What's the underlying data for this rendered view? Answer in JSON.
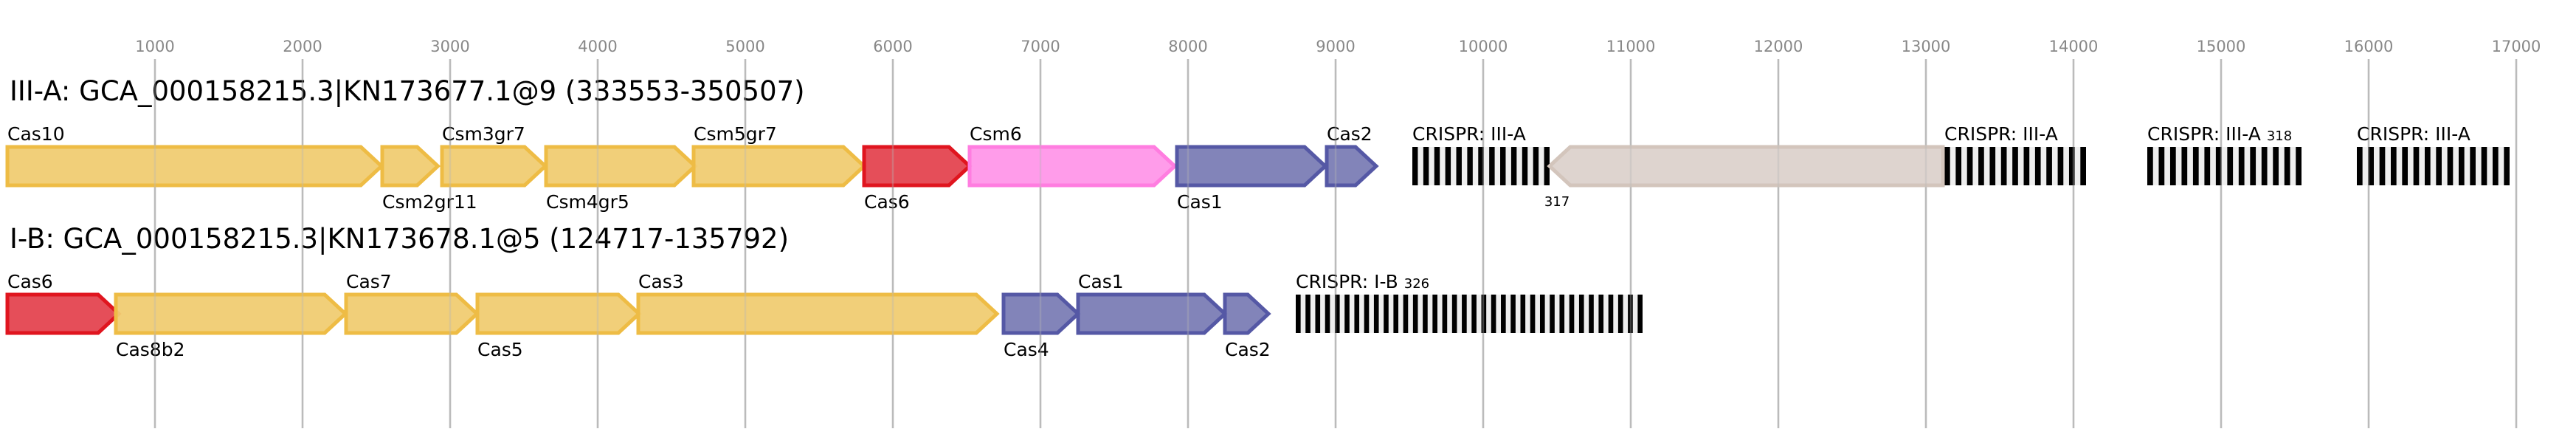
{
  "axis": {
    "unit": "bp",
    "range": [
      0,
      17400
    ],
    "ticks": [
      {
        "value": 1000,
        "label": "1000"
      },
      {
        "value": 2000,
        "label": "2000"
      },
      {
        "value": 3000,
        "label": "3000"
      },
      {
        "value": 4000,
        "label": "4000"
      },
      {
        "value": 5000,
        "label": "5000"
      },
      {
        "value": 6000,
        "label": "6000"
      },
      {
        "value": 7000,
        "label": "7000"
      },
      {
        "value": 8000,
        "label": "8000"
      },
      {
        "value": 9000,
        "label": "9000"
      },
      {
        "value": 10000,
        "label": "10000"
      },
      {
        "value": 11000,
        "label": "11000"
      },
      {
        "value": 12000,
        "label": "12000"
      },
      {
        "value": 13000,
        "label": "13000"
      },
      {
        "value": 14000,
        "label": "14000"
      },
      {
        "value": 15000,
        "label": "15000"
      },
      {
        "value": 16000,
        "label": "16000"
      },
      {
        "value": 17000,
        "label": "17000"
      }
    ]
  },
  "colors": {
    "yellow": {
      "fill": "#f0cc72",
      "stroke": "#eebc45"
    },
    "red": {
      "fill": "#e44450",
      "stroke": "#e0151f"
    },
    "pink": {
      "fill": "#ff97e9",
      "stroke": "#ff7de0"
    },
    "blue": {
      "fill": "#7b7db5",
      "stroke": "#5558a5"
    },
    "beige": {
      "fill": "#dcd2cc",
      "stroke": "#d3c5bc"
    },
    "repeat": "#000000",
    "spacer": "#eeeeee",
    "grid": "#bbbbbb",
    "tick_text": "#888888"
  },
  "tracks": [
    {
      "title": "III-A: GCA_000158215.3|KN173677.1@9 (333553-350507)",
      "genes": [
        {
          "name": "Cas10",
          "start": 0,
          "end": 2535,
          "strand": "+",
          "color": "yellow",
          "label_pos": "above"
        },
        {
          "name": "Csm2gr11",
          "start": 2540,
          "end": 2917,
          "strand": "+",
          "color": "yellow",
          "label_pos": "below"
        },
        {
          "name": "Csm3gr7",
          "start": 2945,
          "end": 3645,
          "strand": "+",
          "color": "yellow",
          "label_pos": "above"
        },
        {
          "name": "Csm4gr5",
          "start": 3650,
          "end": 4660,
          "strand": "+",
          "color": "yellow",
          "label_pos": "below"
        },
        {
          "name": "Csm5gr7",
          "start": 4650,
          "end": 5805,
          "strand": "+",
          "color": "yellow",
          "label_pos": "above"
        },
        {
          "name": "Cas6",
          "start": 5805,
          "end": 6520,
          "strand": "+",
          "color": "red",
          "label_pos": "below"
        },
        {
          "name": "Csm6",
          "start": 6520,
          "end": 7910,
          "strand": "+",
          "color": "pink",
          "label_pos": "above"
        },
        {
          "name": "Cas1",
          "start": 7925,
          "end": 8930,
          "strand": "+",
          "color": "blue",
          "label_pos": "below"
        },
        {
          "name": "Cas2",
          "start": 8940,
          "end": 9275,
          "strand": "+",
          "color": "blue",
          "label_pos": "above"
        },
        {
          "name": "",
          "start": 10450,
          "end": 13115,
          "strand": "-",
          "color": "beige",
          "label_pos": "none"
        }
      ],
      "crisprs": [
        {
          "label": "CRISPR: III-A",
          "start": 9520,
          "end": 10450,
          "repeats": 13
        },
        {
          "label": "CRISPR: III-A",
          "start": 13125,
          "end": 14085,
          "repeats": 13
        },
        {
          "label": "CRISPR: III-A",
          "start": 14500,
          "end": 15545,
          "repeats": 14
        },
        {
          "label": "CRISPR: III-A",
          "start": 15920,
          "end": 16955,
          "repeats": 14
        }
      ],
      "counts": [
        {
          "text": "317",
          "at": 10500,
          "pos": "below"
        },
        {
          "text": "318",
          "at": 15300,
          "pos": "above"
        }
      ]
    },
    {
      "title": "I-B: GCA_000158215.3|KN173678.1@5 (124717-135792)",
      "genes": [
        {
          "name": "Cas6",
          "start": 0,
          "end": 755,
          "strand": "+",
          "color": "red",
          "label_pos": "above"
        },
        {
          "name": "Cas8b2",
          "start": 735,
          "end": 2290,
          "strand": "+",
          "color": "yellow",
          "label_pos": "below"
        },
        {
          "name": "Cas7",
          "start": 2295,
          "end": 3182,
          "strand": "+",
          "color": "yellow",
          "label_pos": "above"
        },
        {
          "name": "Cas5",
          "start": 3185,
          "end": 4280,
          "strand": "+",
          "color": "yellow",
          "label_pos": "below"
        },
        {
          "name": "Cas3",
          "start": 4275,
          "end": 6705,
          "strand": "+",
          "color": "yellow",
          "label_pos": "above"
        },
        {
          "name": "Cas4",
          "start": 6750,
          "end": 7255,
          "strand": "+",
          "color": "blue",
          "label_pos": "below"
        },
        {
          "name": "Cas1",
          "start": 7255,
          "end": 8250,
          "strand": "+",
          "color": "blue",
          "label_pos": "above"
        },
        {
          "name": "Cas2",
          "start": 8250,
          "end": 8545,
          "strand": "+",
          "color": "blue",
          "label_pos": "below"
        }
      ],
      "crisprs": [
        {
          "label": "CRISPR: I-B",
          "start": 8730,
          "end": 11080,
          "repeats": 36
        }
      ],
      "counts": [
        {
          "text": "326",
          "at": 9470,
          "pos": "above"
        }
      ]
    }
  ]
}
